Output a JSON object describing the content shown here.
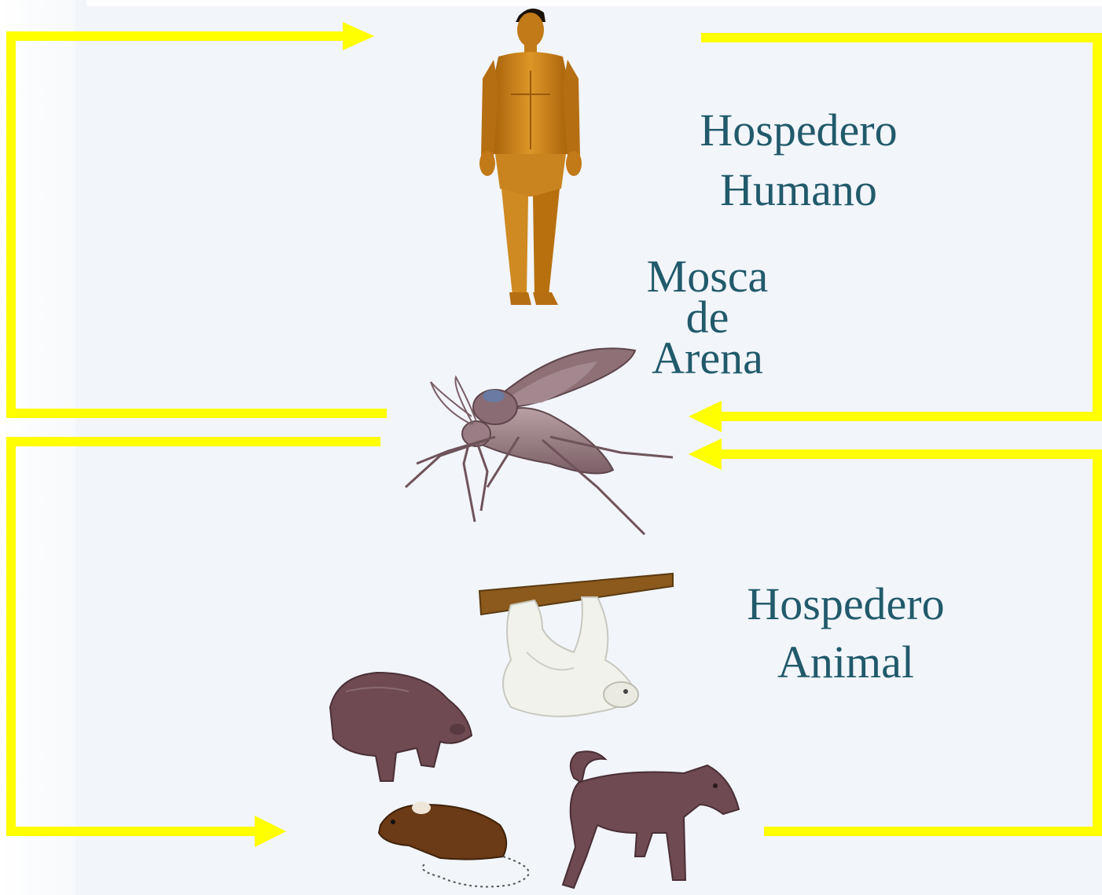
{
  "labels": {
    "human_host": [
      "Hospedero",
      "Humano"
    ],
    "sandfly": [
      "Mosca",
      "de",
      "Arena"
    ],
    "animal_host": [
      "Hospedero",
      "Animal"
    ]
  },
  "colors": {
    "arrow": "#ffff00",
    "label_text": "#215a6b",
    "panel_background": "#f2f5fa"
  },
  "icons": [
    "human-figure-icon",
    "sandfly-icon",
    "sloth-icon",
    "opossum-icon",
    "rat-icon",
    "dog-icon"
  ]
}
